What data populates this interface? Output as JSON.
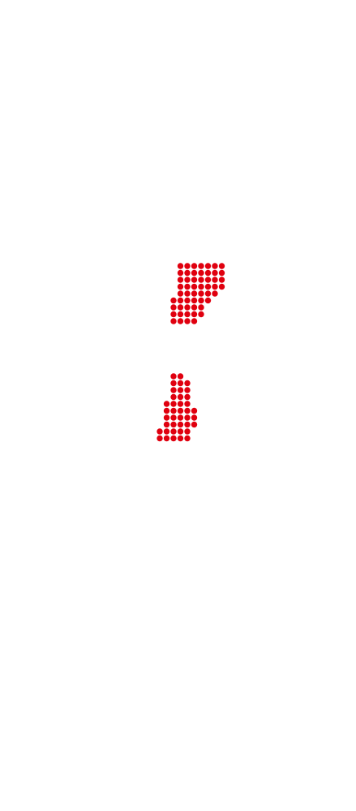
{
  "colors": {
    "background": "#ffffff",
    "dot": "#e0000f"
  },
  "figures": [
    {
      "name": "upper-dot-cluster",
      "rows": [
        [
          1,
          7
        ],
        [
          1,
          7
        ],
        [
          1,
          7
        ],
        [
          1,
          7
        ],
        [
          1,
          6
        ],
        [
          0,
          5
        ],
        [
          0,
          4
        ],
        [
          0,
          4
        ],
        [
          0,
          3
        ]
      ]
    },
    {
      "name": "lower-dot-cluster",
      "rows": [
        [
          2,
          3
        ],
        [
          2,
          4
        ],
        [
          2,
          4
        ],
        [
          2,
          4
        ],
        [
          1,
          4
        ],
        [
          1,
          5
        ],
        [
          1,
          5
        ],
        [
          1,
          5
        ],
        [
          0,
          4
        ],
        [
          0,
          4
        ]
      ]
    }
  ]
}
